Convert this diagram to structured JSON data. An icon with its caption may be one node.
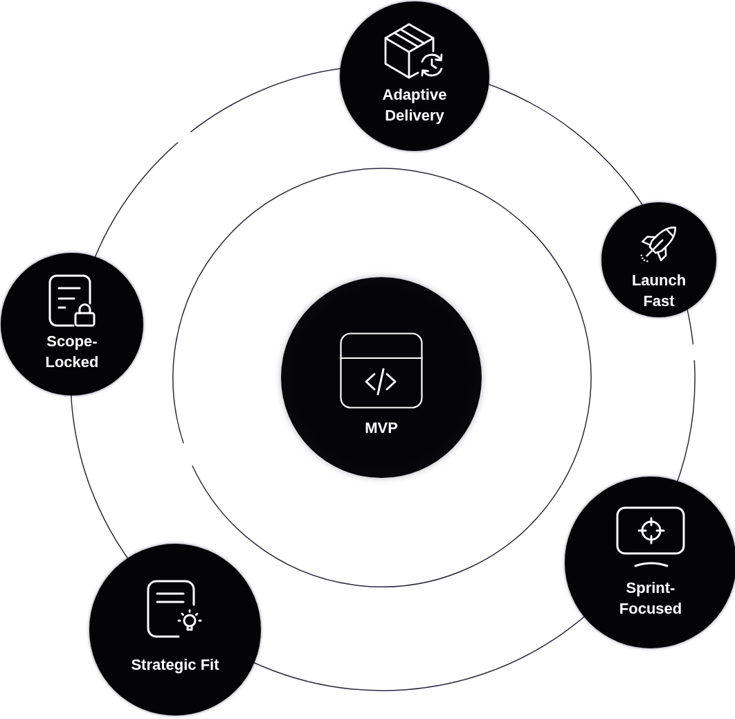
{
  "diagram": {
    "nodes": [
      {
        "text": [
          "MVP"
        ]
      },
      {
        "text": [
          "Adaptive Delivery"
        ]
      },
      {
        "text": [
          "Launch Fast"
        ]
      },
      {
        "text": [
          "Sprint-Focused"
        ]
      },
      {
        "text": [
          "Strategic Fit"
        ]
      },
      {
        "text": [
          "Scope-Locked"
        ]
      }
    ]
  }
}
